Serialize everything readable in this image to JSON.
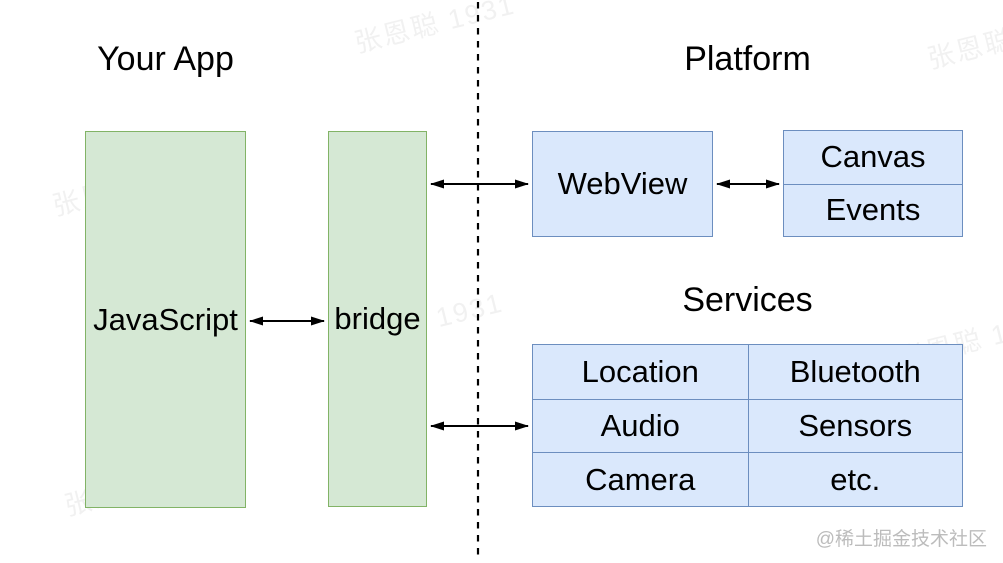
{
  "left_panel": {
    "title": "Your App",
    "javascript_box_label": "JavaScript",
    "bridge_box_label": "bridge"
  },
  "right_panel": {
    "title": "Platform",
    "webview_box_label": "WebView",
    "canvas_events_box": {
      "rows": [
        "Canvas",
        "Events"
      ]
    },
    "services": {
      "title": "Services",
      "grid": [
        [
          "Location",
          "Bluetooth"
        ],
        [
          "Audio",
          "Sensors"
        ],
        [
          "Camera",
          "etc."
        ]
      ]
    }
  },
  "arrows": [
    {
      "name": "javascript-bridge",
      "type": "double-headed"
    },
    {
      "name": "bridge-webview",
      "type": "double-headed"
    },
    {
      "name": "webview-canvas-events",
      "type": "double-headed"
    },
    {
      "name": "bridge-services",
      "type": "double-headed"
    }
  ],
  "watermark_text": "张恩聪 1931",
  "attribution": "@稀土掘金技术社区",
  "colors": {
    "green_fill": "#d5e8d4",
    "green_border": "#82b366",
    "blue_fill": "#dae8fc",
    "blue_border": "#6c8ebf",
    "arrow": "#000000",
    "attribution_gray": "#bcbcbc"
  }
}
